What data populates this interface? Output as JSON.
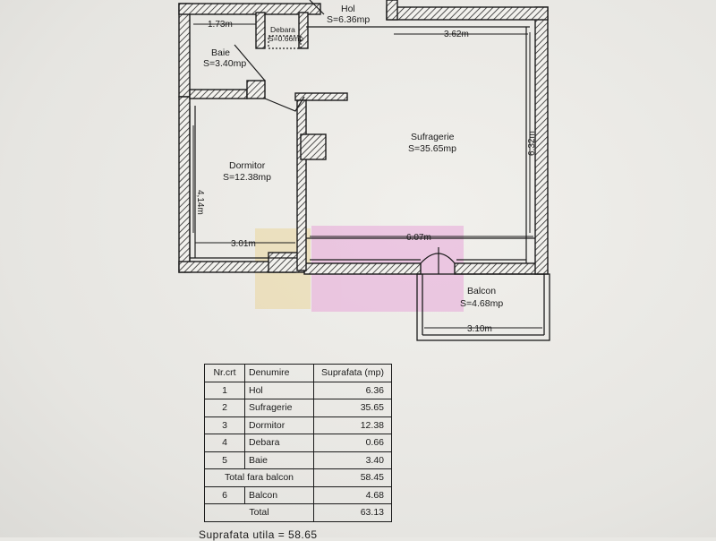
{
  "rooms": {
    "hol": {
      "name": "Hol",
      "area": "S=6.36mp"
    },
    "debara": {
      "name": "Debara",
      "area": "S=0.66mp"
    },
    "baie": {
      "name": "Baie",
      "area": "S=3.40mp"
    },
    "sufragerie": {
      "name": "Sufragerie",
      "area": "S=35.65mp"
    },
    "dormitor": {
      "name": "Dormitor",
      "area": "S=12.38mp"
    },
    "balcon": {
      "name": "Balcon",
      "area": "S=4.68mp"
    }
  },
  "dimensions": {
    "baie_width": "1.73m",
    "hol_width": "3.62m",
    "sufragerie_height": "6.32m",
    "dormitor_height": "4,14m",
    "dormitor_width": "3.01m",
    "sufragerie_width": "6.07m",
    "balcon_width": "3.10m"
  },
  "table": {
    "headers": [
      "Nr.crt",
      "Denumire",
      "Suprafata (mp)"
    ],
    "rows": [
      {
        "nr": "1",
        "name": "Hol",
        "area": "6.36"
      },
      {
        "nr": "2",
        "name": "Sufragerie",
        "area": "35.65"
      },
      {
        "nr": "3",
        "name": "Dormitor",
        "area": "12.38"
      },
      {
        "nr": "4",
        "name": "Debara",
        "area": "0.66"
      },
      {
        "nr": "5",
        "name": "Baie",
        "area": "3.40"
      }
    ],
    "subtotal": {
      "label": "Total fara balcon",
      "value": "58.45"
    },
    "balcony_row": {
      "nr": "6",
      "name": "Balcon",
      "area": "4.68"
    },
    "total": {
      "label": "Total",
      "value": "63.13"
    }
  },
  "footer": {
    "partial_text": "Suprafata utila = 58.65"
  },
  "colors": {
    "wall_line": "#1b1b1b",
    "watermark_pink": "#e8a6d8",
    "watermark_yellow": "#e7c66a"
  }
}
